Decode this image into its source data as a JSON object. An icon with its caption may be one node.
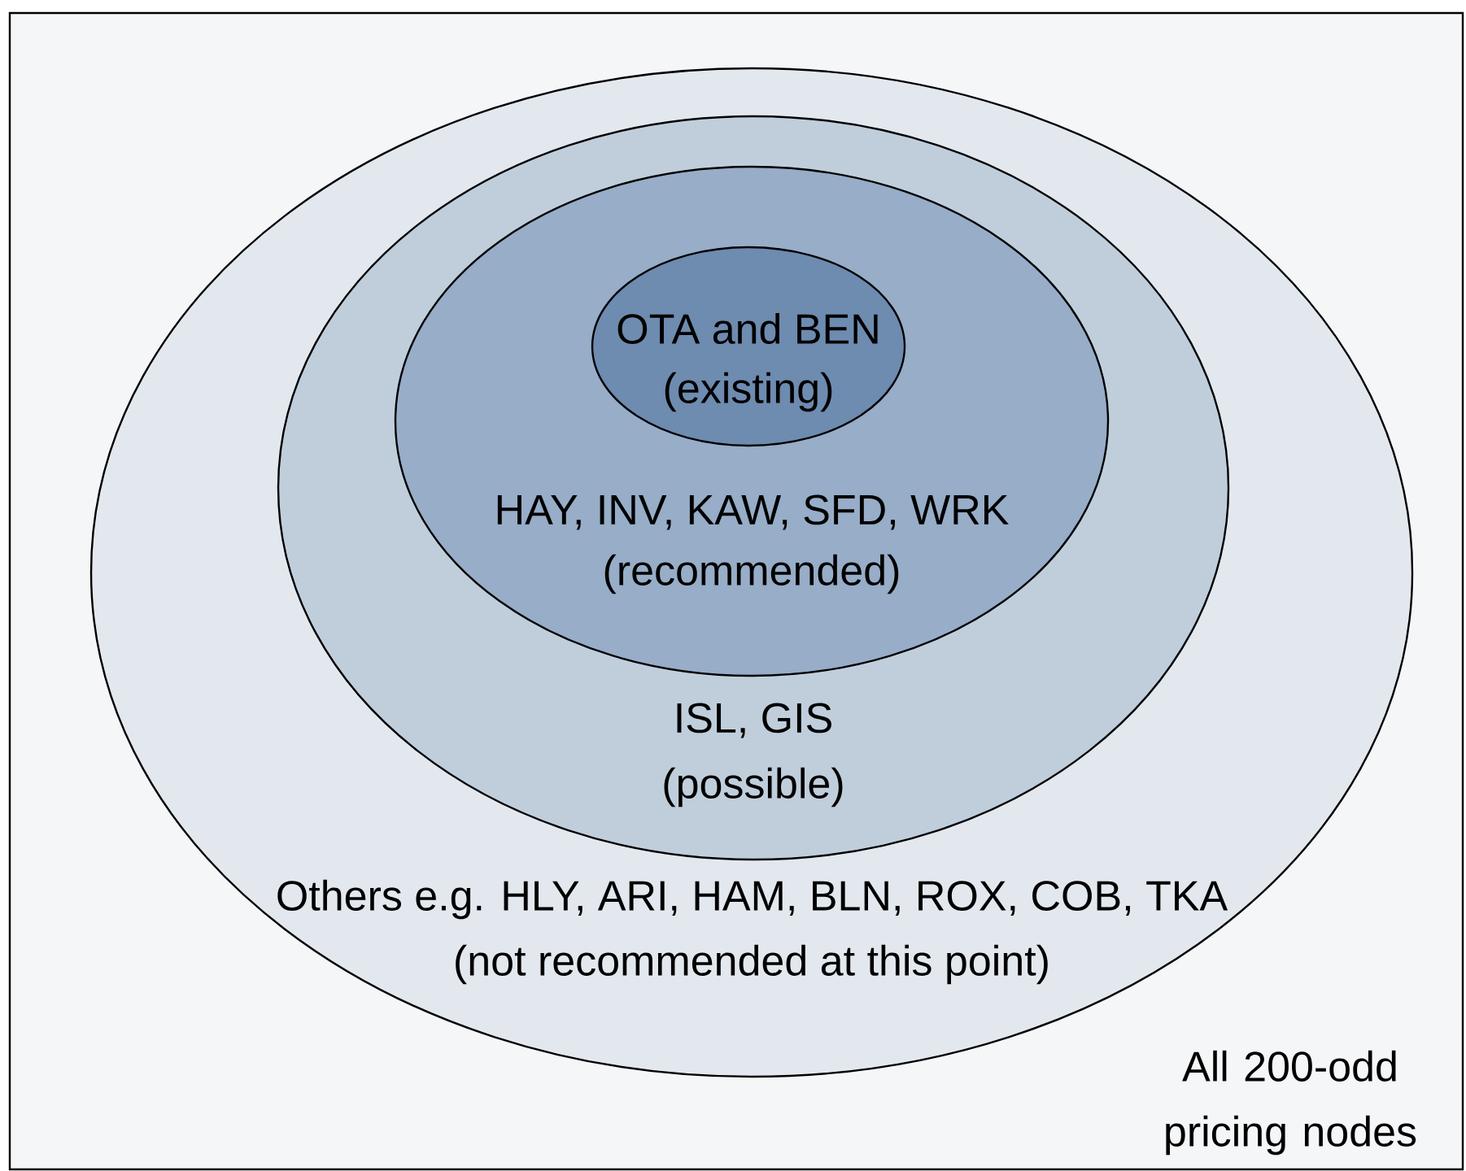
{
  "diagram": {
    "nodes": [
      {
        "text": [
          "All 200-odd pricing nodes"
        ]
      },
      {
        "text": [
          "Others e.g. HLY, ARI, HAM, BLN, ROX, COB, TKA",
          "(not recommended at this point)"
        ],
        "in": 0
      },
      {
        "text": [
          "ISL, GIS",
          "(possible)"
        ],
        "in": 1
      },
      {
        "text": [
          "HAY, INV, KAW, SFD, WRK",
          "(recommended)"
        ],
        "in": 2
      },
      {
        "text": [
          "OTA and BEN",
          "(existing)"
        ],
        "in": 3
      }
    ]
  }
}
